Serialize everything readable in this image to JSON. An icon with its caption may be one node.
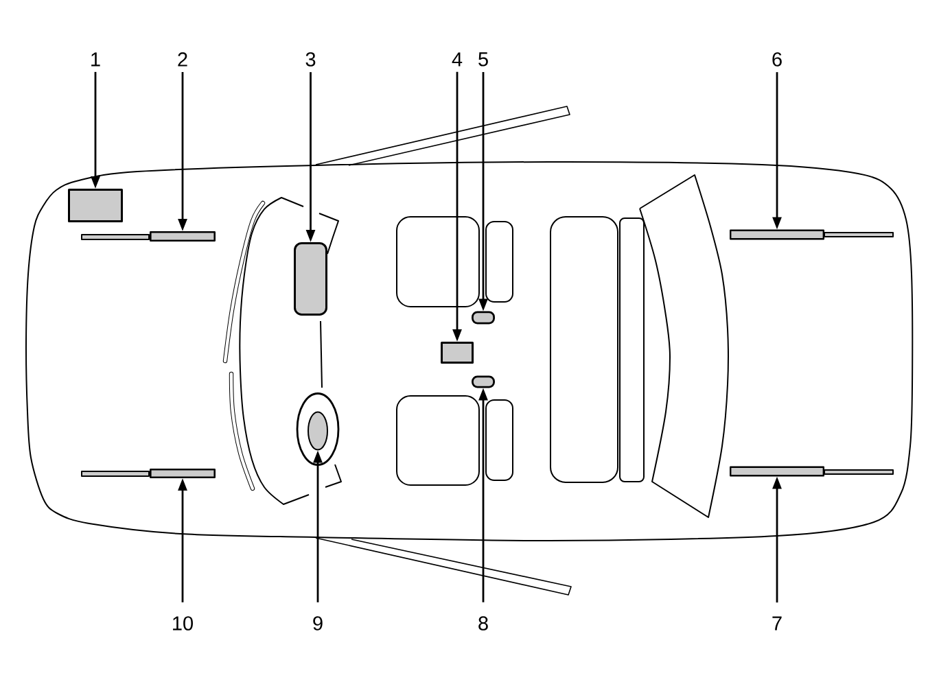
{
  "diagram": {
    "nodes": [
      {
        "text": [
          "1"
        ]
      },
      {
        "text": [],
        "shape": "box"
      },
      {
        "text": [
          "2"
        ]
      },
      {
        "text": [],
        "shape": "bar"
      },
      {
        "text": [
          "3"
        ]
      },
      {
        "text": [],
        "shape": "box"
      },
      {
        "text": [
          "4"
        ]
      },
      {
        "text": [],
        "shape": "box"
      },
      {
        "text": [
          "5"
        ]
      },
      {
        "text": [],
        "shape": "box"
      },
      {
        "text": [
          "6"
        ]
      },
      {
        "text": [],
        "shape": "bar"
      },
      {
        "text": [
          "7"
        ]
      },
      {
        "text": [],
        "shape": "bar"
      },
      {
        "text": [
          "8"
        ]
      },
      {
        "text": [],
        "shape": "box"
      },
      {
        "text": [
          "9"
        ]
      },
      {
        "text": [],
        "shape": "circle"
      },
      {
        "text": [
          "10"
        ]
      },
      {
        "text": [],
        "shape": "bar"
      }
    ],
    "edges": [
      {
        "from": 0,
        "to": 1,
        "arrow": "to"
      },
      {
        "from": 2,
        "to": 3,
        "arrow": "to"
      },
      {
        "from": 4,
        "to": 5,
        "arrow": "to"
      },
      {
        "from": 6,
        "to": 7,
        "arrow": "to"
      },
      {
        "from": 8,
        "to": 9,
        "arrow": "to"
      },
      {
        "from": 10,
        "to": 11,
        "arrow": "to"
      },
      {
        "from": 12,
        "to": 13,
        "arrow": "to"
      },
      {
        "from": 14,
        "to": 15,
        "arrow": "to"
      },
      {
        "from": 16,
        "to": 17,
        "arrow": "to"
      },
      {
        "from": 18,
        "to": 19,
        "arrow": "to"
      }
    ]
  }
}
